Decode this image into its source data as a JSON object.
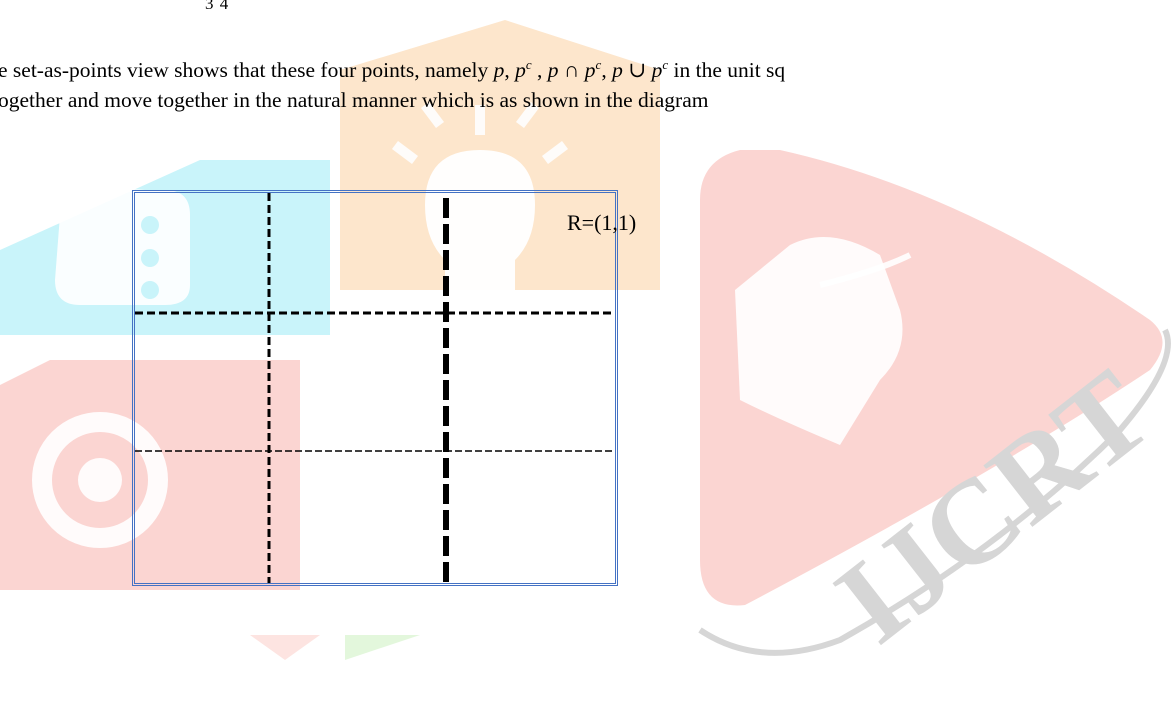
{
  "fragment": "3  4",
  "paragraph": {
    "line1_prefix": "e set-as-points view shows that these four points, namely ",
    "p": "p",
    "pc_base": "p",
    "pc_sup": "c",
    "cap_expr_base": "p ∩ p",
    "cap_expr_sup": "c",
    "cup_expr_base": "p ∪ p",
    "cup_expr_sup": "c",
    "line1_suffix": " in the unit sq",
    "line2": "ogether and move together in the natural manner which is as shown in the diagram"
  },
  "diagram": {
    "point_label": "R=(1,1)"
  },
  "watermark": {
    "text": "IJCRT",
    "colors": {
      "cyan": "#c9f4fa",
      "orange": "#fde6cc",
      "pink": "#fbd5d2",
      "light_pink": "#fde4e1",
      "green": "#e3f7dc",
      "grey": "#d6d6d6"
    }
  }
}
